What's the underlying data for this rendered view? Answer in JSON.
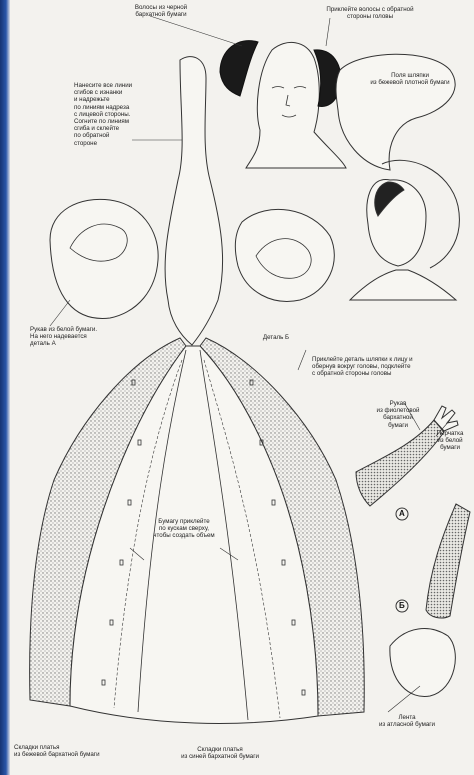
{
  "labels": {
    "hair_pieces": "Волосы из черной\nбархатной бумаги",
    "glue_hair": "Приклейте волосы с обратной\nстороны головы",
    "bonnet_brim": "Поля шляпки\nиз бежевой плотной бумаги",
    "fold_instructions": "Нанесите все линии\nсгибов с изнанки\nи надрежьте\nпо линиям надреза\nс лицевой стороны.\nСогните по линиям\nсгиба и склейте\nпо обратной\nстороне",
    "sleeve": "Рукав из белой бумаги.\nНа него надевается\nдеталь А",
    "detail_b": "Деталь Б",
    "glue_bonnet": "Приклейте деталь шляпки к лицу и\nобернув вокруг головы, подклейте\nс обратной стороны головы",
    "glove_arm": "Рукав\nиз фиолетовой\nбархатной\nбумаги",
    "glove_fingers": "Перчатка\nиз белой\nбумаги",
    "dress_note": "Бумагу приклейте\nпо кускам сверху,\nчтобы создать объем",
    "ribbon": "Лента\nиз атласной бумаги",
    "skirt_left": "Складки платья\nиз бежевой бархатной бумаги",
    "skirt_center": "Складки платья\nиз синей бархатной бумаги"
  },
  "markers": {
    "a": "A",
    "b": "Б"
  }
}
